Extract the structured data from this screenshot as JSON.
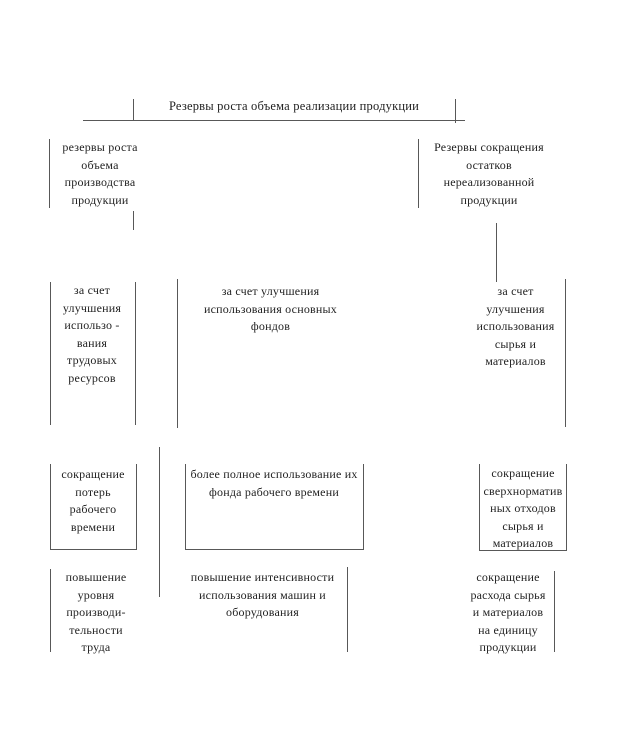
{
  "colors": {
    "background": "#ffffff",
    "line": "#585858",
    "text": "#1f1f1f"
  },
  "title": "Резервы роста объема реализации продукции",
  "blocks": {
    "production_growth": [
      "резервы роста",
      "объема",
      "производства",
      "продукции"
    ],
    "unsold_reduction": [
      "Резервы сокращения",
      "остатков",
      "нереализованной",
      "продукции"
    ],
    "labor_resources": [
      "за счет",
      "улучшения",
      "использо -",
      "вания",
      "трудовых",
      "ресурсов"
    ],
    "fixed_assets": [
      "за счет улучшения",
      "использования основных",
      "фондов"
    ],
    "raw_materials": [
      "за счет",
      "улучшения",
      "использования",
      "сырья и",
      "материалов"
    ],
    "working_time_losses": [
      "сокращение",
      "потерь",
      "рабочего",
      "времени"
    ],
    "working_time_fund": [
      "более полное использование их",
      "фонда рабочего времени"
    ],
    "excess_waste": [
      "сокращение",
      "сверхнорматив",
      "ных отходов",
      "сырья и",
      "материалов"
    ],
    "labor_productivity": [
      "повышение",
      "уровня",
      "производи-",
      "тельности",
      "труда"
    ],
    "machines_intensity": [
      "повышение интенсивности",
      "использования машин и",
      "оборудования"
    ],
    "unit_consumption": [
      "сокращение",
      "расхода сырья",
      "и материалов",
      "на единицу",
      "продукции"
    ]
  }
}
